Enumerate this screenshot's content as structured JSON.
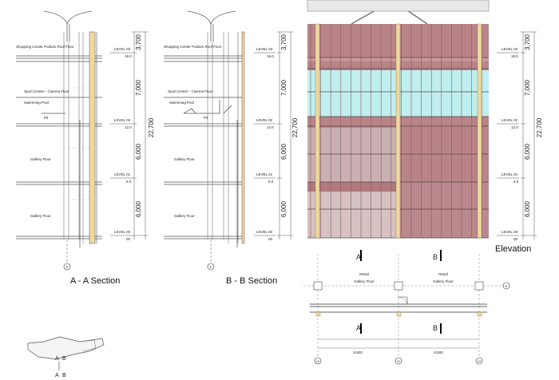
{
  "section_a": {
    "title": "A - A  Section",
    "floor_labels": [
      "Shopping Center Podium Roof Floor",
      "Sport Center - Cinema Floor",
      "Swimming Pool",
      "Pit",
      "Gallery Floor",
      "Gallery Floor"
    ],
    "levels": [
      "LEVEL 03",
      "19.0",
      "LEVEL 02",
      "12.0",
      "LEVEL 01",
      "6.0",
      "LEVEL 00",
      "00"
    ],
    "dims": [
      "3,700",
      "7,000",
      "6,000",
      "6,000"
    ],
    "total": "22,700",
    "grid": "E"
  },
  "section_b": {
    "title": "B - B Section",
    "floor_labels": [
      "Shopping Center Podium Roof Floor",
      "Sport Center - Cinema Floor",
      "Swimming Pool",
      "Pit",
      "Gallery Floor",
      "Gallery Floor"
    ],
    "levels": [
      "LEVEL 03",
      "19.0",
      "LEVEL 02",
      "12.0",
      "LEVEL 01",
      "6.0",
      "LEVEL 00",
      "00"
    ],
    "dims": [
      "3,700",
      "7,000",
      "6,000",
      "6,000"
    ],
    "total": "22,700",
    "grid": "E"
  },
  "elevation": {
    "title": "Elevation",
    "levels": [
      "LEVEL 03",
      "19.0",
      "LEVEL 02",
      "12.0",
      "LEVEL 01",
      "6.0",
      "LEVEL 00",
      "00"
    ],
    "dims": [
      "3,700",
      "7,000",
      "6,000",
      "6,000"
    ],
    "total": "22,700"
  },
  "plan": {
    "cut_a": "A",
    "cut_b": "B",
    "rooms": [
      "Retail",
      "Gallery Floor",
      "Retail",
      "Gallery Floor"
    ],
    "span_dims": [
      "8,500",
      "8,500"
    ],
    "grid_axes": [
      "10",
      "11",
      "12"
    ],
    "grid_e": "E"
  },
  "key_plan": {
    "labels": [
      "A",
      "B",
      "A",
      "B"
    ]
  },
  "colors": {
    "mullion": "#efd9a0",
    "terracotta": "#b88488",
    "glass_cyan": "#bfefee",
    "wall_line": "#444444"
  }
}
